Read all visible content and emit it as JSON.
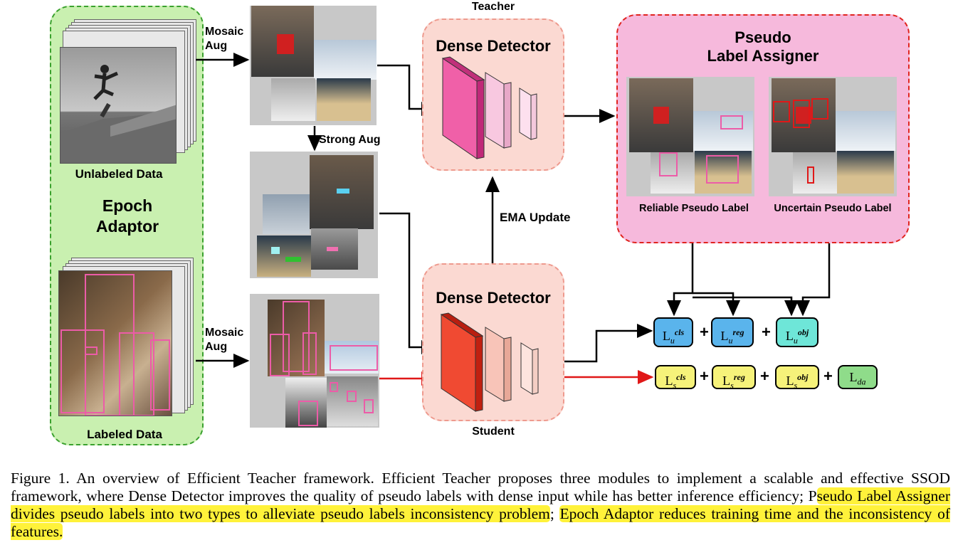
{
  "figure": {
    "epoch_adaptor": "Epoch\nAdaptor",
    "unlabeled_data": "Unlabeled Data",
    "labeled_data": "Labeled Data",
    "mosaic_aug_top": "Mosaic\nAug",
    "mosaic_aug_bottom": "Mosaic\nAug",
    "strong_aug": "Strong Aug",
    "teacher": "Teacher",
    "student": "Student",
    "dense_detector_teacher": "Dense Detector",
    "dense_detector_student": "Dense Detector",
    "ema_update": "EMA Update",
    "assigner_title": "Pseudo\nLabel Assigner",
    "reliable_label": "Reliable Pseudo Label",
    "uncertain_label": "Uncertain Pseudo Label",
    "plus": "+",
    "colors": {
      "epoch_fill": "#c9f0b0",
      "epoch_border": "#3aa12e",
      "detector_fill": "#fbd9d2",
      "assigner_fill": "#f6b9dc",
      "assigner_border": "#e0231e",
      "teacher_block": "#e23a8a",
      "student_block": "#e8321e",
      "loss_blue": "#5ab4ec",
      "loss_cyan": "#6ee6d8",
      "loss_yellow": "#f6f27a",
      "loss_green": "#8fdc8a",
      "arrow_red": "#e01818"
    },
    "losses_unlabeled": [
      {
        "base": "L",
        "sub": "u",
        "sup": "cls"
      },
      {
        "base": "L",
        "sub": "u",
        "sup": "reg"
      },
      {
        "base": "L",
        "sub": "u",
        "sup": "obj"
      }
    ],
    "losses_labeled": [
      {
        "base": "L",
        "sub": "s",
        "sup": "cls"
      },
      {
        "base": "L",
        "sub": "s",
        "sup": "reg"
      },
      {
        "base": "L",
        "sub": "s",
        "sup": "obj"
      },
      {
        "base": "L",
        "sub": "da",
        "sup": ""
      }
    ]
  },
  "caption": {
    "part1": "Figure 1.  An overview of Efficient Teacher framework.  Efficient Teacher proposes three modules to implement a scalable and effective SSOD framework, where Dense Detector improves the quality of pseudo labels with dense input while has better inference efficiency; P",
    "highlight1": "seudo Label Assigner divides pseudo labels into two types to alleviate pseudo labels inconsistency problem",
    "sep": "; ",
    "highlight2": "Epoch Adaptor reduces training time and the inconsistency of features."
  }
}
